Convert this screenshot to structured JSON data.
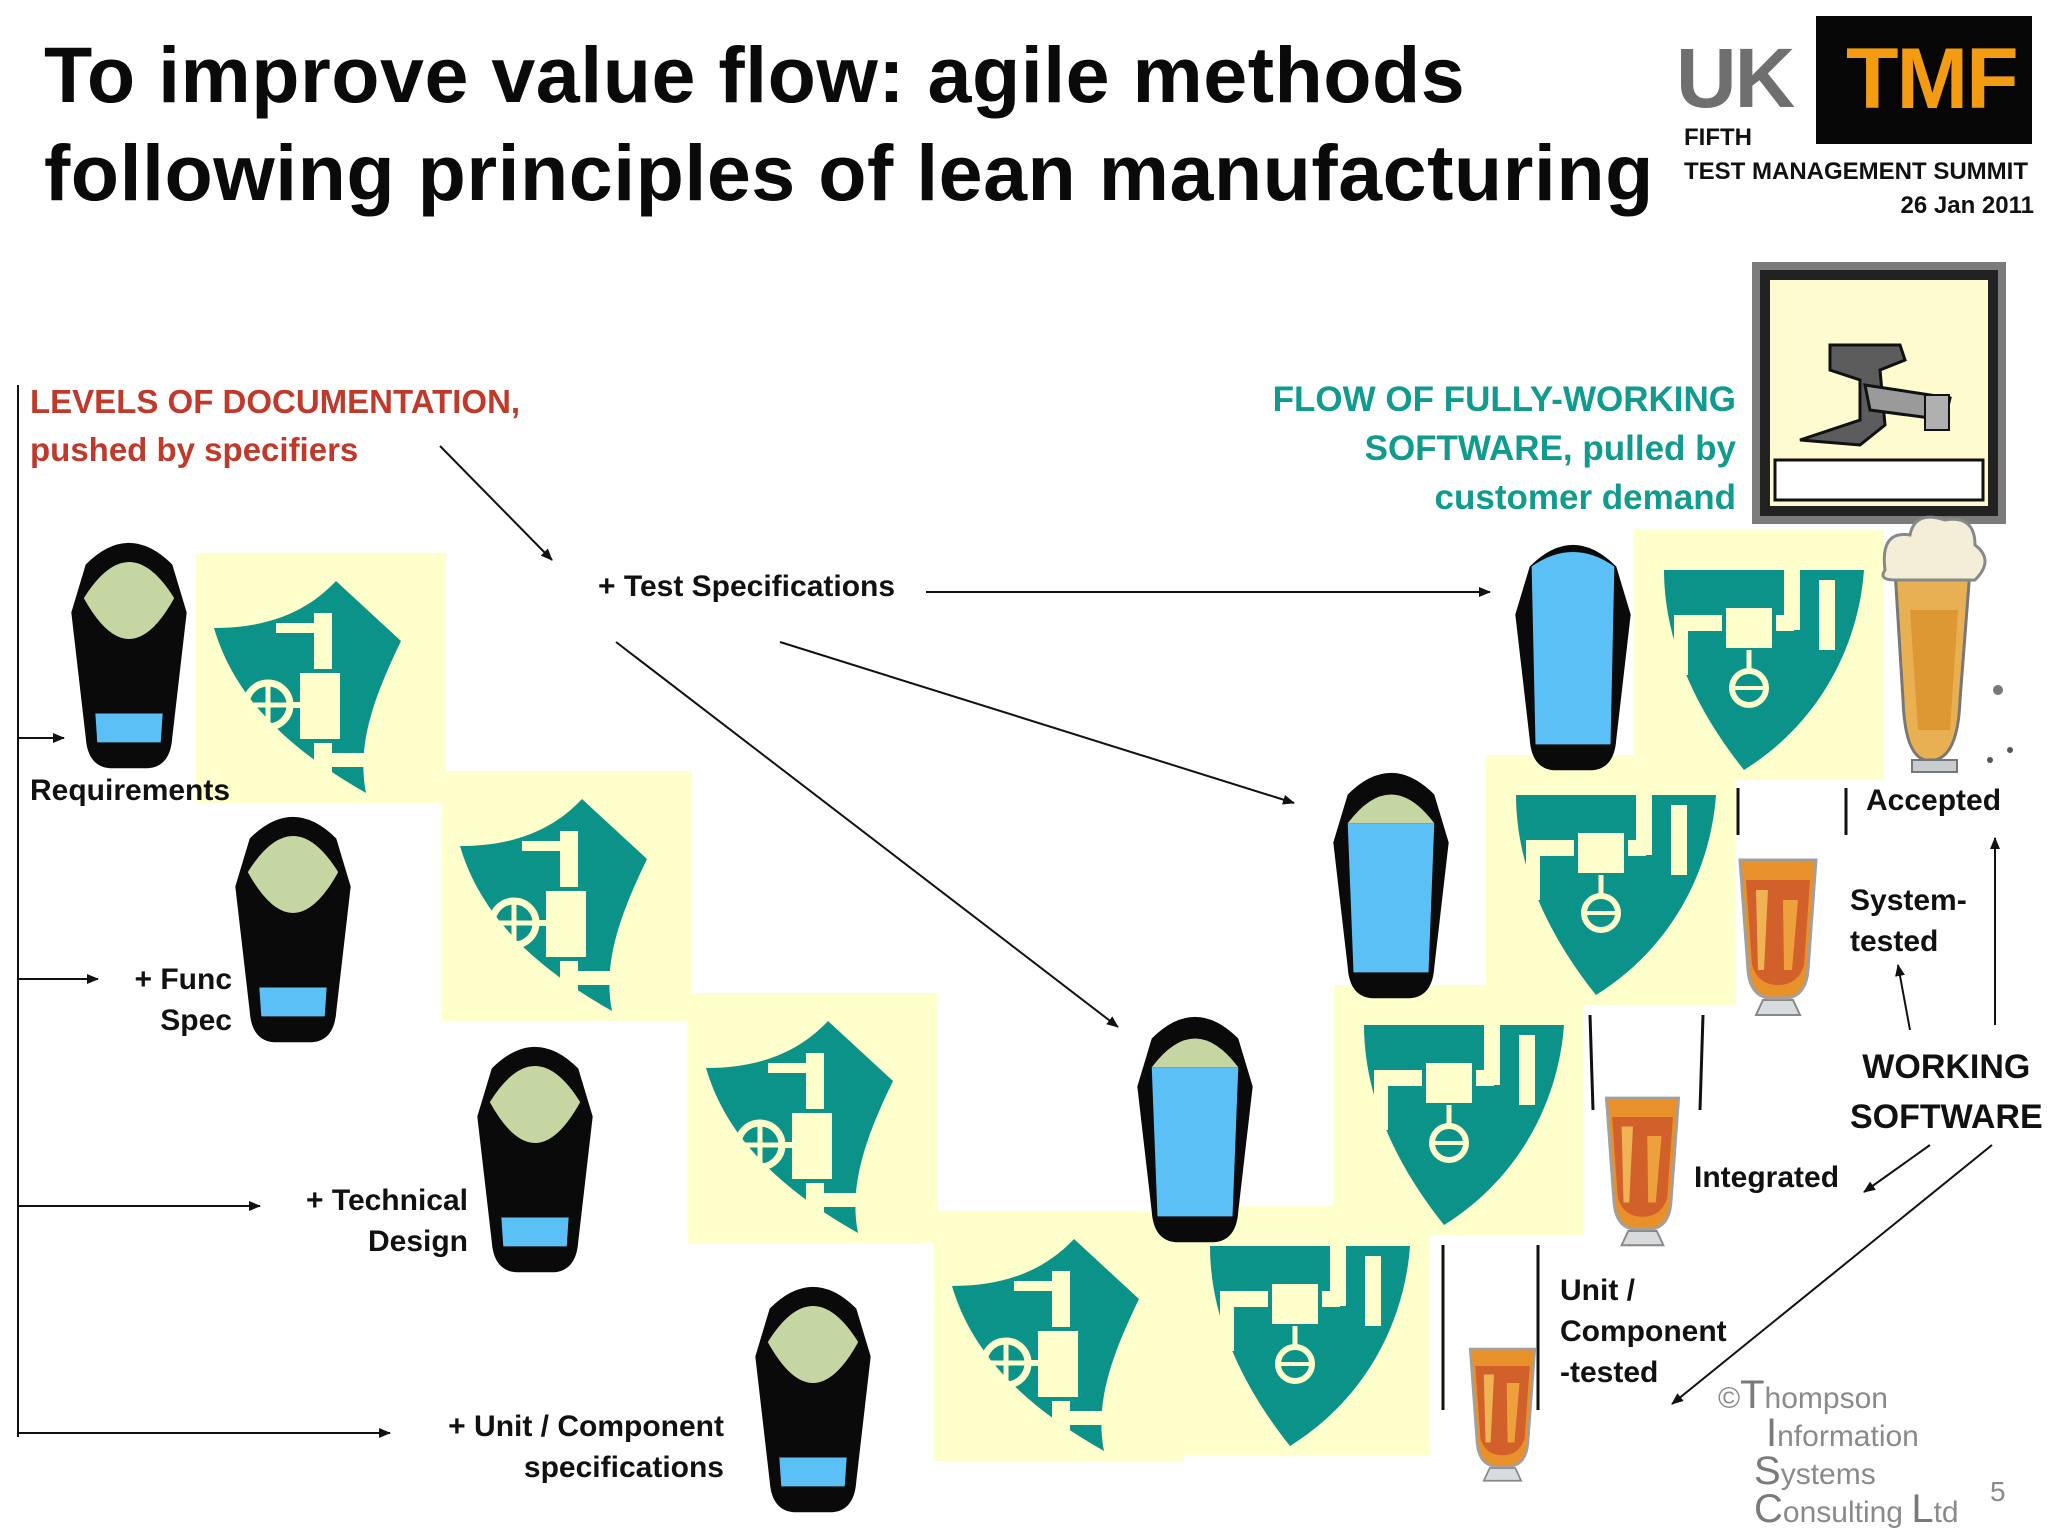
{
  "title": {
    "line1": "To improve value flow: agile methods",
    "line2": "following principles of lean manufacturing"
  },
  "logo": {
    "uk": "UK",
    "tmf": "TMF",
    "line1": "FIFTH",
    "line2": "TEST MANAGEMENT SUMMIT",
    "date": "26 Jan 2011",
    "colors": {
      "tmf": "#f39c12",
      "uk": "#6f6f6f"
    }
  },
  "left_heading": {
    "line1": "LEVELS OF DOCUMENTATION,",
    "line2": "pushed by specifiers",
    "color": "#c0392b"
  },
  "right_heading": {
    "line1": "FLOW OF FULLY-WORKING",
    "line2": "SOFTWARE, pulled by",
    "line3": "customer demand",
    "color": "#0f9b8e"
  },
  "doc_levels": [
    {
      "line1": "Requirements",
      "line2": ""
    },
    {
      "line1": "+ Func",
      "line2": "Spec"
    },
    {
      "line1": "+ Technical",
      "line2": "Design"
    },
    {
      "line1": "+ Unit / Component",
      "line2": "specifications"
    }
  ],
  "test_spec_label": "+ Test Specifications",
  "working_levels": [
    {
      "line1": "Accepted",
      "line2": ""
    },
    {
      "line1": "System-",
      "line2": "tested"
    },
    {
      "line1": "Integrated",
      "line2": ""
    },
    {
      "line1": "Unit /",
      "line2": "Component",
      "line3": "-tested"
    }
  ],
  "working_software": {
    "line1": "WORKING",
    "line2": "SOFTWARE"
  },
  "footer": {
    "c": "©",
    "t1": "T",
    "r1": "hompson",
    "t2": "I",
    "r2": "nformation",
    "t3": "S",
    "r3": "ystems",
    "t4": "C",
    "r4": "onsulting ",
    "t5": "L",
    "r5": "td",
    "page": "5"
  },
  "icons": {
    "doc_vessel": "cup-icon",
    "valve": "valve-pipe-icon",
    "tap": "tap-icon",
    "beer": "beer-glass-icon"
  },
  "palette": {
    "valve_bg": "#ffffcc",
    "valve_teal": "#0b938a",
    "cup_fill": "#c5d6a3",
    "cup_water": "#5bc0f5"
  }
}
